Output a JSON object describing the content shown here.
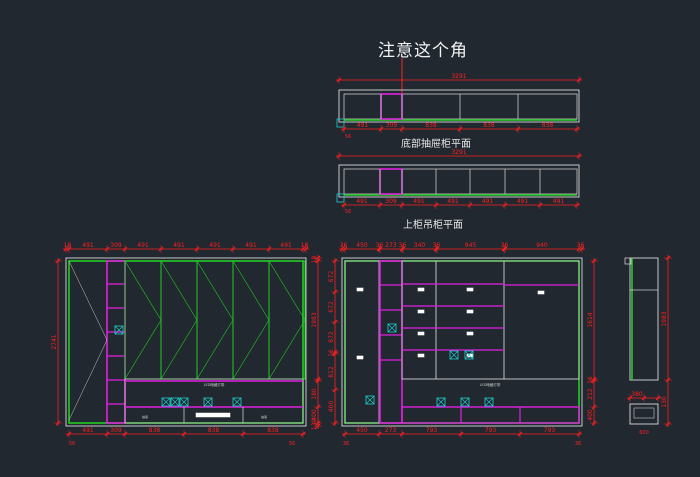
{
  "annotation": "注意这个角",
  "bottom_plan": {
    "title": "底部抽屉柜平面",
    "overall": "3291",
    "segments": [
      "491",
      "309",
      "838",
      "838",
      "838"
    ],
    "edge": "56"
  },
  "top_plan": {
    "title": "上柜吊柜平面",
    "overall": "3291",
    "segments": [
      "491",
      "309",
      "491",
      "491",
      "491",
      "491",
      "491"
    ],
    "edge": "56"
  },
  "left_elevation": {
    "top_dims": [
      "18",
      "491",
      "309",
      "491",
      "491",
      "491",
      "491",
      "491",
      "18"
    ],
    "bottom_dims": [
      "491",
      "309",
      "838",
      "838",
      "838"
    ],
    "bottom_edge_dims": [
      "56",
      "56"
    ],
    "left_height": "2741",
    "right_dims": [
      "1983",
      "18",
      "180",
      "400",
      "130"
    ],
    "small_text": [
      "LED暗藏灯带",
      "抽屉",
      "抽屉",
      "抽屉"
    ]
  },
  "right_elevation": {
    "top_dims": [
      "36",
      "450",
      "36",
      "273",
      "36",
      "340",
      "36",
      "945",
      "36",
      "940",
      "36"
    ],
    "left_dims": [
      "672",
      "672",
      "872",
      "16",
      "812",
      "400"
    ],
    "right_dims": [
      "1614",
      "16",
      "212",
      "400"
    ],
    "bottom_dims": [
      "450",
      "273",
      "793",
      "793",
      "793"
    ],
    "bottom_edge_dims": [
      "36",
      "36"
    ],
    "small_text": [
      "LED暗藏灯带"
    ]
  },
  "side_section": {
    "right_dims": [
      "1983",
      "130"
    ],
    "bottom_dims": [
      "380",
      "600"
    ]
  },
  "colors": {
    "background": "#212830",
    "cabinet_line": "#c8c8c8",
    "panel": "#22cc22",
    "drawer": "#e020e0",
    "dimension": "#ff2020",
    "hatch": "#20d0d0",
    "text": "#f2f2f2"
  }
}
